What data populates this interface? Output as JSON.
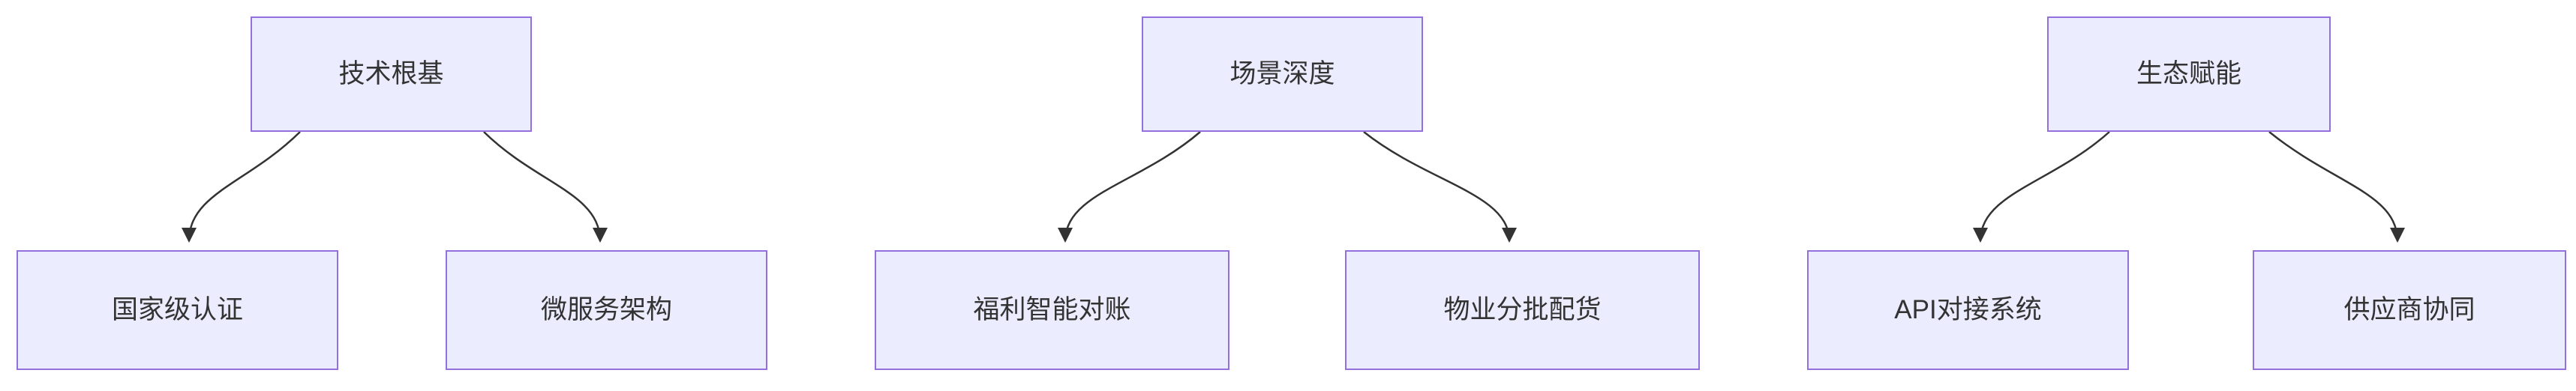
{
  "diagram": {
    "type": "flowchart",
    "orientation": "top-down",
    "colors": {
      "node_fill": "#ECECFF",
      "node_border": "#9370DB",
      "edge_stroke": "#333333",
      "text": "#333333",
      "background": "#FFFFFF"
    },
    "groups": [
      {
        "parent": {
          "label": "技术根基"
        },
        "children": [
          {
            "label": "国家级认证"
          },
          {
            "label": "微服务架构"
          }
        ]
      },
      {
        "parent": {
          "label": "场景深度"
        },
        "children": [
          {
            "label": "福利智能对账"
          },
          {
            "label": "物业分批配货"
          }
        ]
      },
      {
        "parent": {
          "label": "生态赋能"
        },
        "children": [
          {
            "label": "API对接系统"
          },
          {
            "label": "供应商协同"
          }
        ]
      }
    ],
    "edges": [
      {
        "from": "技术根基",
        "to": "国家级认证"
      },
      {
        "from": "技术根基",
        "to": "微服务架构"
      },
      {
        "from": "场景深度",
        "to": "福利智能对账"
      },
      {
        "from": "场景深度",
        "to": "物业分批配货"
      },
      {
        "from": "生态赋能",
        "to": "API对接系统"
      },
      {
        "from": "生态赋能",
        "to": "供应商协同"
      }
    ]
  }
}
